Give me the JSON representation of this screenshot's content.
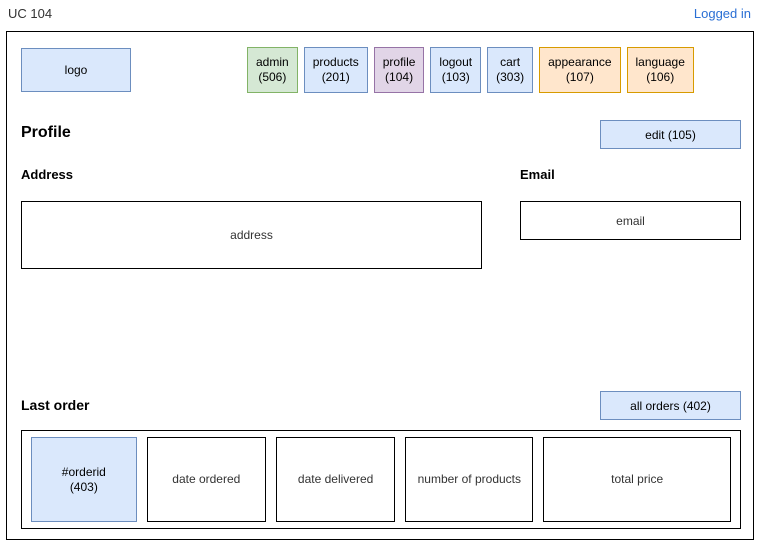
{
  "topbar": {
    "uc_label": "UC 104",
    "logged_in": "Logged in"
  },
  "header": {
    "logo": "logo",
    "nav": [
      {
        "label": "admin",
        "code": "(506)",
        "style": "green"
      },
      {
        "label": "products",
        "code": "(201)",
        "style": "blue"
      },
      {
        "label": "profile",
        "code": "(104)",
        "style": "purple"
      },
      {
        "label": "logout",
        "code": "(103)",
        "style": "blue"
      },
      {
        "label": "cart",
        "code": "(303)",
        "style": "blue"
      },
      {
        "label": "appearance",
        "code": "(107)",
        "style": "orange"
      },
      {
        "label": "language",
        "code": "(106)",
        "style": "orange"
      }
    ]
  },
  "profile": {
    "title": "Profile",
    "edit_button": "edit (105)",
    "address_label": "Address",
    "address_value": "address",
    "email_label": "Email",
    "email_value": "email"
  },
  "last_order": {
    "title": "Last order",
    "all_orders_button": "all orders (402)",
    "cells": [
      {
        "label": "#orderid",
        "code": "(403)"
      },
      {
        "label": "date ordered",
        "code": ""
      },
      {
        "label": "date delivered",
        "code": ""
      },
      {
        "label": "number of products",
        "code": ""
      },
      {
        "label": "total price",
        "code": ""
      }
    ]
  },
  "colors": {
    "blue_fill": "#dae8fc",
    "blue_border": "#6c8ebf",
    "green_fill": "#d5e8d4",
    "green_border": "#82b366",
    "purple_fill": "#e1d5e7",
    "purple_border": "#9673a6",
    "orange_fill": "#ffe6cc",
    "orange_border": "#d79b00",
    "link": "#2a6fd4"
  }
}
